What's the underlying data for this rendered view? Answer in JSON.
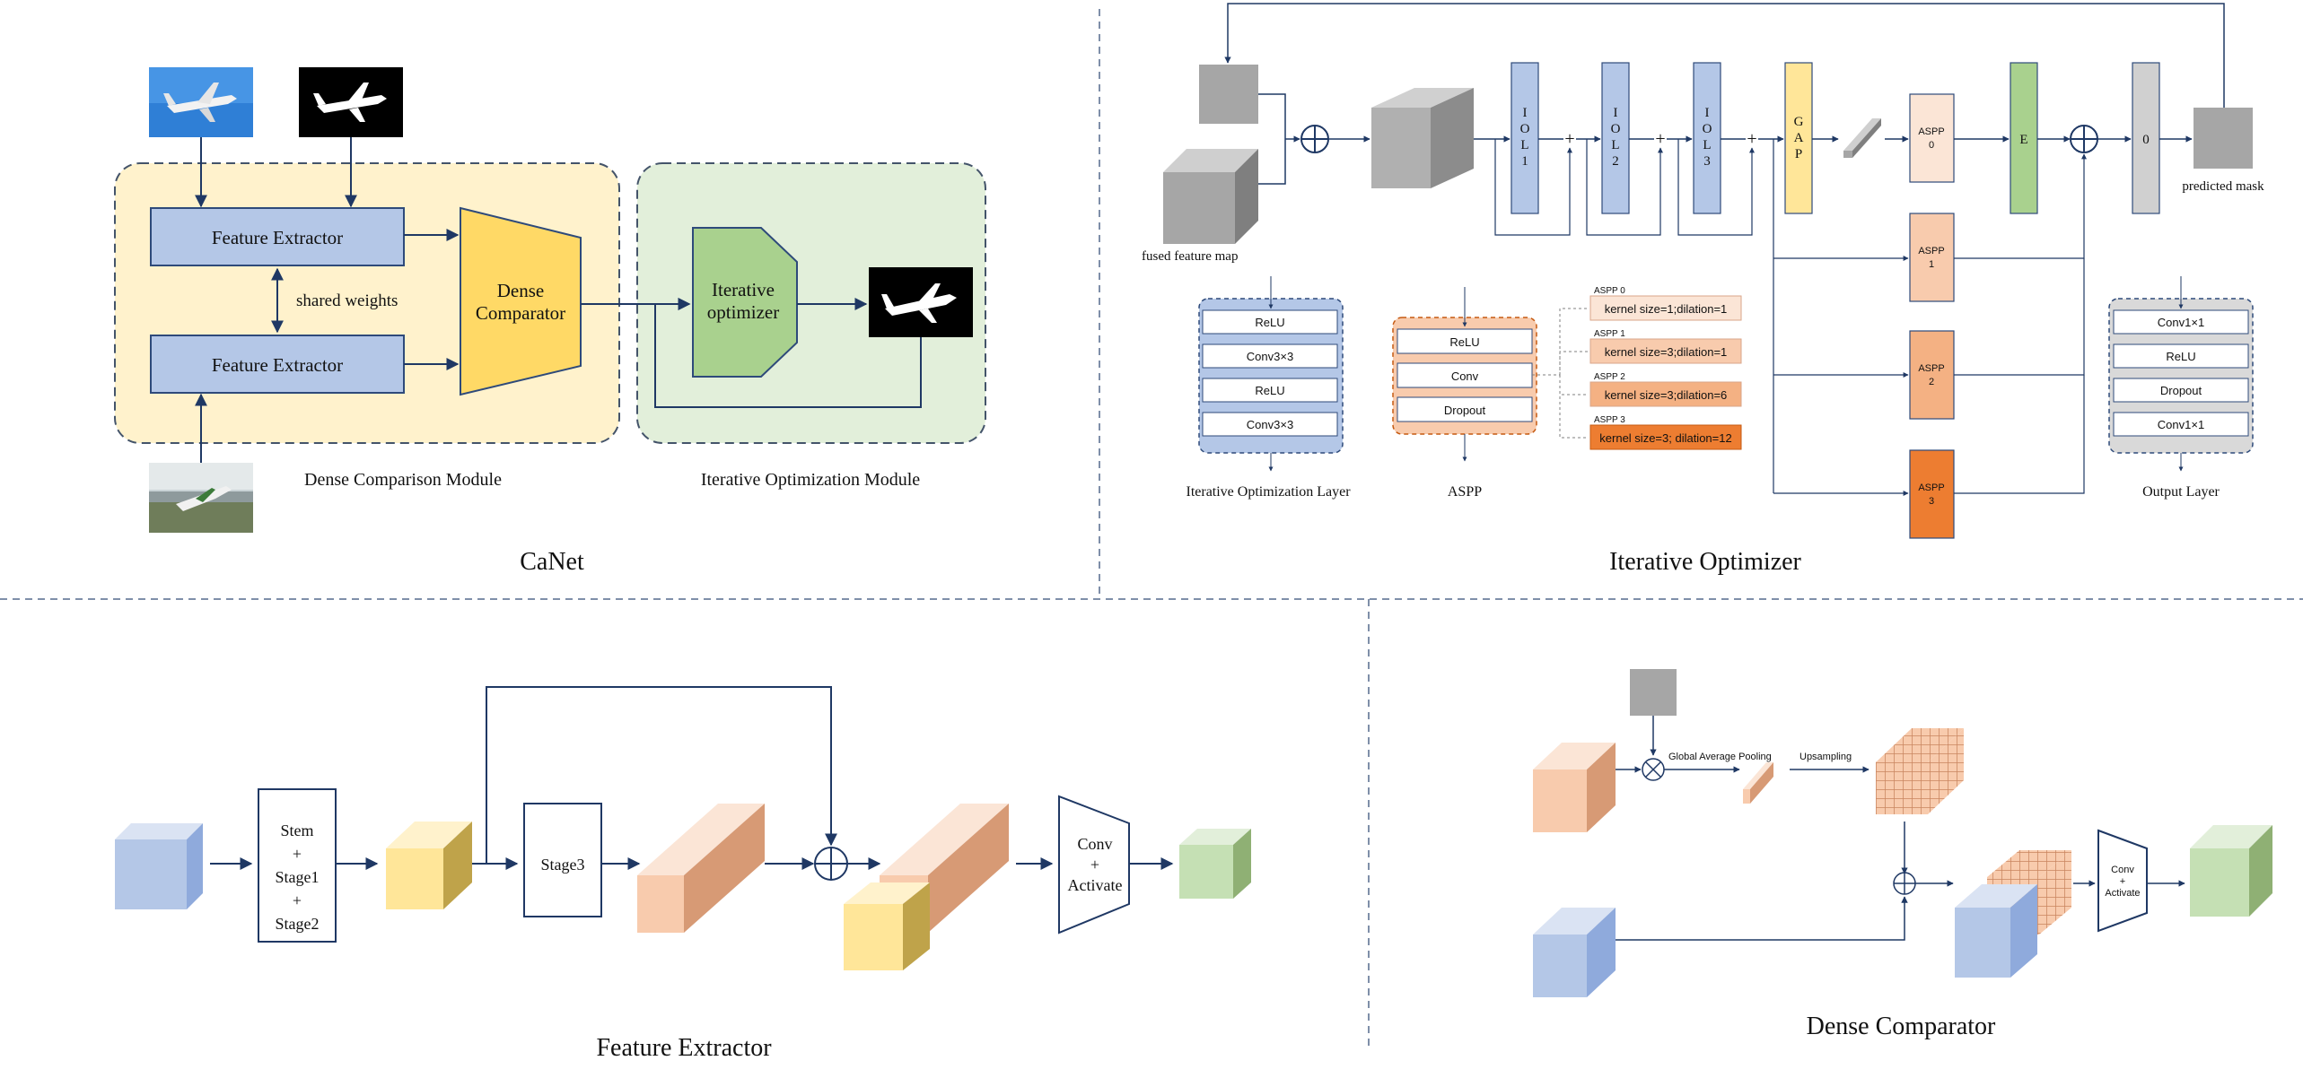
{
  "canet": {
    "title": "CaNet",
    "feature_extractor_1": "Feature Extractor",
    "feature_extractor_2": "Feature Extractor",
    "shared_weights": "shared weights",
    "dense_comparator_l1": "Dense",
    "dense_comparator_l2": "Comparator",
    "iterative_optimizer_l1": "Iterative",
    "iterative_optimizer_l2": "optimizer",
    "dense_comparison_module": "Dense Comparison Module",
    "iterative_optimization_module": "Iterative Optimization Module"
  },
  "iterative_optimizer": {
    "title": "Iterative Optimizer",
    "fused_feature_map": "fused feature map",
    "predicted_mask": "predicted mask",
    "iol1": [
      "I",
      "O",
      "L",
      "1"
    ],
    "iol2": [
      "I",
      "O",
      "L",
      "2"
    ],
    "iol3": [
      "I",
      "O",
      "L",
      "3"
    ],
    "gap": [
      "G",
      "A",
      "P"
    ],
    "aspp0": [
      "ASPP",
      "0"
    ],
    "aspp1": [
      "ASPP",
      "1"
    ],
    "aspp2": [
      "ASPP",
      "2"
    ],
    "aspp3": [
      "ASPP",
      "3"
    ],
    "e_label": "E",
    "zero_label": "0",
    "iol_layers": [
      "ReLU",
      "Conv3×3",
      "ReLU",
      "Conv3×3"
    ],
    "iol_caption": "Iterative Optimization Layer",
    "aspp_layers": [
      "ReLU",
      "Conv",
      "Dropout"
    ],
    "aspp_caption": "ASPP",
    "aspp_branches": [
      {
        "name": "ASPP 0",
        "text": "kernel size=1;dilation=1"
      },
      {
        "name": "ASPP 1",
        "text": "kernel size=3;dilation=1"
      },
      {
        "name": "ASPP 2",
        "text": "kernel size=3;dilation=6"
      },
      {
        "name": "ASPP 3",
        "text": "kernel size=3; dilation=12"
      }
    ],
    "output_layers": [
      "Conv1×1",
      "ReLU",
      "Dropout",
      "Conv1×1"
    ],
    "output_caption": "Output Layer"
  },
  "feature_extractor": {
    "title": "Feature Extractor",
    "stem_lines": [
      "Stem",
      "+",
      "Stage1",
      "+",
      "Stage2"
    ],
    "stage3": "Stage3",
    "conv_l1": "Conv",
    "conv_l2": "+",
    "conv_l3": "Activate"
  },
  "dense_comparator": {
    "title": "Dense Comparator",
    "gap_label": "Global Average Pooling",
    "upsampling": "Upsampling",
    "conv_l1": "Conv",
    "conv_l2": "+",
    "conv_l3": "Activate"
  },
  "colors": {
    "blue": "#b4c7e7",
    "yellow": "#ffd966",
    "green": "#a9d18e",
    "orange": "#f8cbad",
    "dark_orange": "#ed7d31",
    "gray": "#a6a6a6",
    "line": "#1f3864"
  }
}
